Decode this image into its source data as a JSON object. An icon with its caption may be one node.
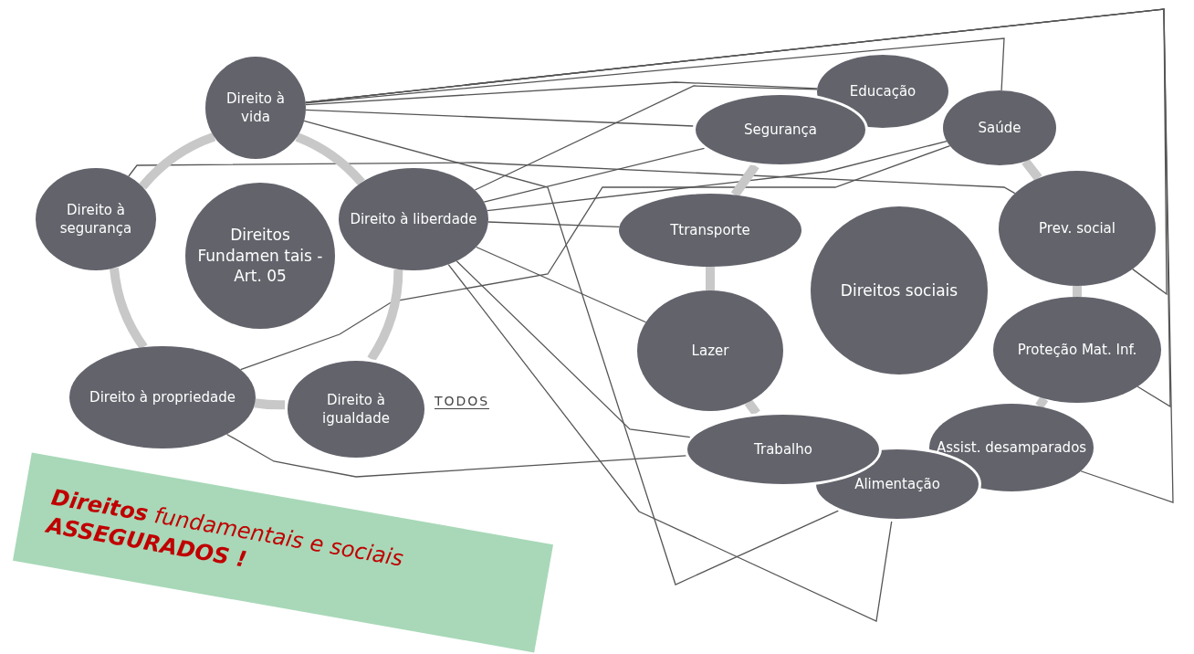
{
  "diagram": {
    "title": "**Direitos** fundamentais e sociais **ASSEGURADOS !**",
    "nodes": [
      {
        "text": [
          "Direito à vida"
        ]
      },
      {
        "text": [
          "Direito à segurança"
        ]
      },
      {
        "text": [
          "Direitos Fundamen tais - Art. 05"
        ]
      },
      {
        "text": [
          "Direito à liberdade"
        ]
      },
      {
        "text": [
          "Direito à propriedade"
        ]
      },
      {
        "text": [
          "Direito à igualdade"
        ],
        "beside": [
          "TODOS"
        ]
      },
      {
        "text": [
          "Educação"
        ]
      },
      {
        "text": [
          "Segurança"
        ]
      },
      {
        "text": [
          "Saúde"
        ]
      },
      {
        "text": [
          "Ttransporte"
        ]
      },
      {
        "text": [
          "Direitos sociais"
        ]
      },
      {
        "text": [
          "Prev. social"
        ]
      },
      {
        "text": [
          "Lazer"
        ]
      },
      {
        "text": [
          "Proteção Mat. Inf."
        ]
      },
      {
        "text": [
          "Trabalho"
        ]
      },
      {
        "text": [
          "Assist. desamparados"
        ]
      },
      {
        "text": [
          "Alimentação"
        ]
      }
    ],
    "edges": [
      {
        "from": 0,
        "to": 6,
        "arrow": "none"
      },
      {
        "from": 0,
        "to": 7,
        "arrow": "none"
      },
      {
        "from": 0,
        "to": 8,
        "arrow": "none"
      },
      {
        "from": 0,
        "to": 11,
        "arrow": "none"
      },
      {
        "from": 0,
        "to": 13,
        "arrow": "none"
      },
      {
        "from": 0,
        "to": 15,
        "arrow": "none"
      },
      {
        "from": 0,
        "to": 16,
        "arrow": "none"
      },
      {
        "from": 1,
        "to": 11,
        "arrow": "none"
      },
      {
        "from": 3,
        "to": 7,
        "arrow": "none"
      },
      {
        "from": 3,
        "to": 6,
        "arrow": "none"
      },
      {
        "from": 3,
        "to": 8,
        "arrow": "none"
      },
      {
        "from": 3,
        "to": 9,
        "arrow": "none"
      },
      {
        "from": 3,
        "to": 12,
        "arrow": "none"
      },
      {
        "from": 3,
        "to": 14,
        "arrow": "none"
      },
      {
        "from": 3,
        "to": 16,
        "arrow": "none"
      },
      {
        "from": 4,
        "to": 8,
        "arrow": "none"
      },
      {
        "from": 4,
        "to": 14,
        "arrow": "none"
      },
      {
        "from": 0,
        "to": 3,
        "arrow": "none",
        "style": "thick",
        "color": "#c8c8c8"
      },
      {
        "from": 3,
        "to": 5,
        "arrow": "none",
        "style": "thick",
        "color": "#c8c8c8"
      },
      {
        "from": 5,
        "to": 4,
        "arrow": "none",
        "style": "thick",
        "color": "#c8c8c8"
      },
      {
        "from": 4,
        "to": 1,
        "arrow": "none",
        "style": "thick",
        "color": "#c8c8c8"
      },
      {
        "from": 1,
        "to": 0,
        "arrow": "none",
        "style": "thick",
        "color": "#c8c8c8"
      },
      {
        "from": 7,
        "to": 9,
        "arrow": "none",
        "style": "thick",
        "color": "#c8c8c8"
      },
      {
        "from": 9,
        "to": 12,
        "arrow": "none",
        "style": "thick",
        "color": "#c8c8c8"
      },
      {
        "from": 12,
        "to": 14,
        "arrow": "none",
        "style": "thick",
        "color": "#c8c8c8"
      },
      {
        "from": 8,
        "to": 11,
        "arrow": "none",
        "style": "thick",
        "color": "#c8c8c8"
      },
      {
        "from": 11,
        "to": 13,
        "arrow": "none",
        "style": "thick",
        "color": "#c8c8c8"
      },
      {
        "from": 13,
        "to": 15,
        "arrow": "none",
        "style": "thick",
        "color": "#c8c8c8"
      }
    ]
  }
}
